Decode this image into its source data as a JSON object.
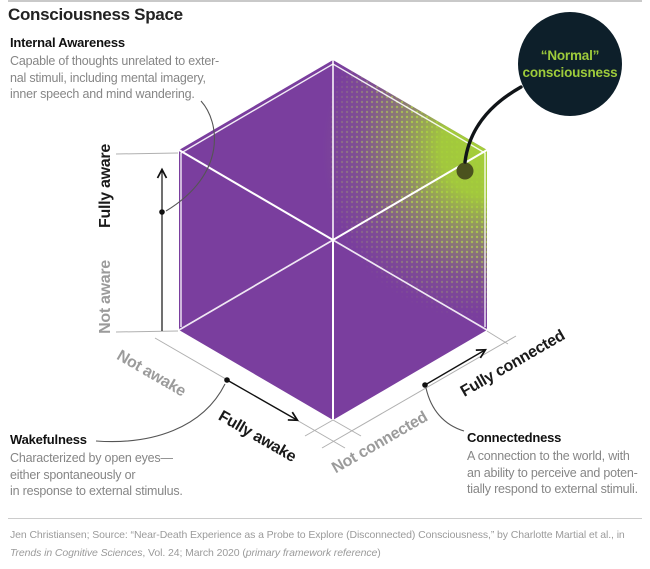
{
  "title": "Consciousness Space",
  "callout": {
    "line1": "“Normal”",
    "line2": "consciousness"
  },
  "axis_labels": {
    "aware_pos": "Fully aware",
    "aware_neg": "Not aware",
    "awake_pos": "Fully awake",
    "awake_neg": "Not awake",
    "conn_pos": "Fully connected",
    "conn_neg": "Not connected"
  },
  "annotations": {
    "internal_awareness": {
      "title": "Internal Awareness",
      "lines": [
        "Capable of thoughts unrelated to exter-",
        "nal stimuli, including mental imagery,",
        "inner speech and mind wandering."
      ]
    },
    "wakefulness": {
      "title": "Wakefulness",
      "lines": [
        "Characterized by open eyes—",
        "either spontaneously or",
        "in response to external stimulus."
      ]
    },
    "connectedness": {
      "title": "Connectedness",
      "lines": [
        "A connection to the world, with",
        "an ability to perceive and poten-",
        "tially respond to external stimuli."
      ]
    }
  },
  "source": {
    "line1": "Jen Christiansen; Source: “Near-Death Experience as a Probe to Explore (Disconnected) Consciousness,” by Charlotte Martial et al., in",
    "journal_italic": "Trends in Cognitive Sciences",
    "line2_mid": ", Vol. 24; March 2020 (",
    "ref_italic": "primary framework reference",
    "line2_end": ")"
  },
  "colors": {
    "cube_purple": "#7a3e9e",
    "glow_green": "#a4ce39",
    "halftone_dot": "#bcd95d",
    "callout_bg": "#0d1f2a",
    "callout_text": "#9ecb3b",
    "marker_dot": "#4b521e"
  }
}
